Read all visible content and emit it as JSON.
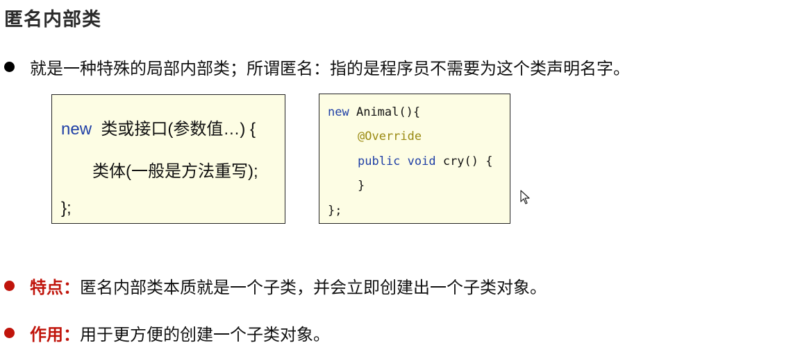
{
  "title": "匿名内部类",
  "intro": "就是一种特殊的局部内部类；所谓匿名：指的是程序员不需要为这个类声明名字。",
  "syntax_box": {
    "kw_new": "new",
    "line1_rest": "类或接口(参数值…) {",
    "line2": "类体(一般是方法重写);",
    "line3": "};"
  },
  "example_box": {
    "l1_kw": "new",
    "l1_rest": " Animal(){",
    "l2_annotation": "@Override",
    "l3_kw": "public void",
    "l3_rest": " cry() {",
    "l4": "}",
    "l5": "};"
  },
  "feature": {
    "label": "特点：",
    "text": "匿名内部类本质就是一个子类，并会立即创建出一个子类对象。"
  },
  "usage": {
    "label": "作用：",
    "text": "用于更方便的创建一个子类对象。"
  },
  "colors": {
    "keyword": "#1f3fa6",
    "annotation": "#9a8a12",
    "accent_red": "#c0140b",
    "box_bg": "#fdfde4"
  },
  "icons": {
    "cursor": "mouse-pointer-icon"
  }
}
